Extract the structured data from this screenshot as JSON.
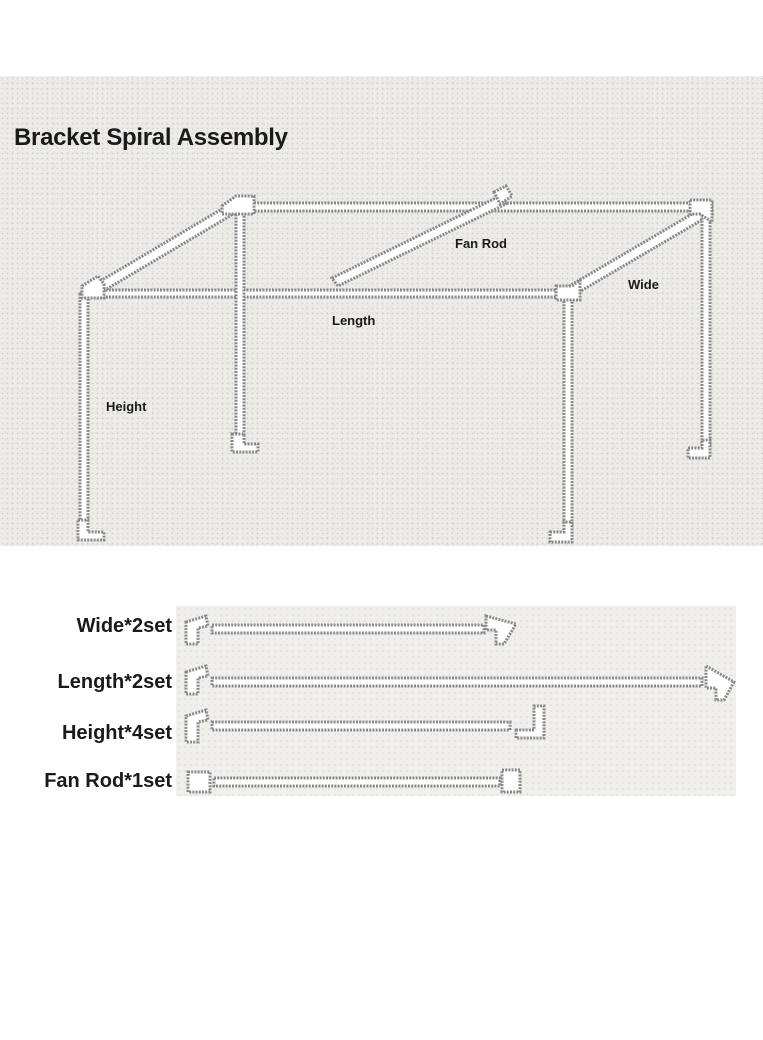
{
  "title": "Bracket Spiral Assembly",
  "diagram_labels": {
    "fan_rod": "Fan Rod",
    "wide": "Wide",
    "length": "Length",
    "height": "Height"
  },
  "parts": [
    {
      "label": "Wide*2set"
    },
    {
      "label": "Length*2set"
    },
    {
      "label": "Height*4set"
    },
    {
      "label": "Fan Rod*1set"
    }
  ],
  "colors": {
    "tube_stroke": "#8a8a8a",
    "paper": "#eeece8",
    "text": "#1a1a1a"
  }
}
